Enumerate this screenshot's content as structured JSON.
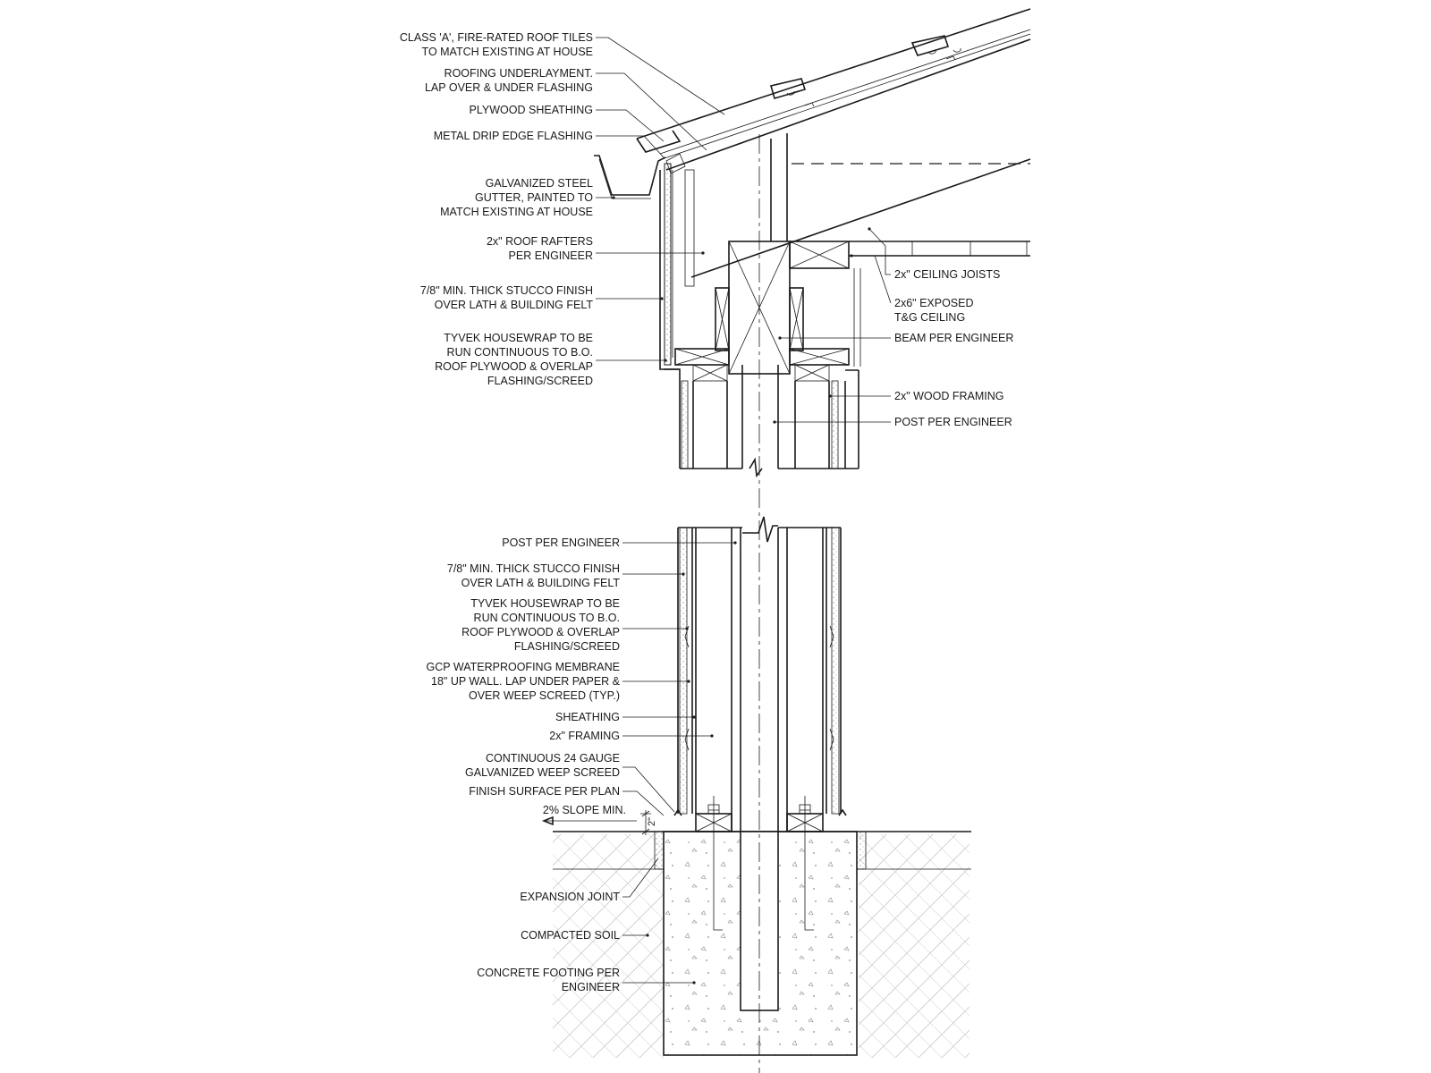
{
  "upper_labels": [
    {
      "id": "roof-tiles",
      "lines": [
        "CLASS 'A', FIRE-RATED ROOF TILES",
        "TO MATCH EXISTING AT HOUSE"
      ]
    },
    {
      "id": "underlayment",
      "lines": [
        "ROOFING UNDERLAYMENT.",
        "LAP OVER & UNDER FLASHING"
      ]
    },
    {
      "id": "plywood",
      "lines": [
        "PLYWOOD SHEATHING"
      ]
    },
    {
      "id": "drip-edge",
      "lines": [
        "METAL DRIP EDGE FLASHING"
      ]
    },
    {
      "id": "gutter",
      "lines": [
        "GALVANIZED STEEL",
        "GUTTER, PAINTED TO",
        "MATCH EXISTING AT HOUSE"
      ]
    },
    {
      "id": "rafters",
      "lines": [
        "2x\" ROOF RAFTERS",
        "PER ENGINEER"
      ]
    },
    {
      "id": "stucco-upper",
      "lines": [
        "7/8\" MIN. THICK STUCCO FINISH",
        "OVER LATH & BUILDING FELT"
      ]
    },
    {
      "id": "tyvek-upper",
      "lines": [
        "TYVEK HOUSEWRAP TO BE",
        "RUN CONTINUOUS TO B.O.",
        "ROOF PLYWOOD & OVERLAP",
        "FLASHING/SCREED"
      ]
    }
  ],
  "right_labels": [
    {
      "id": "ceiling-joists",
      "lines": [
        "2x\" CEILING JOISTS"
      ]
    },
    {
      "id": "tg-ceiling",
      "lines": [
        "2x6\" EXPOSED",
        "T&G CEILING"
      ]
    },
    {
      "id": "beam",
      "lines": [
        "BEAM PER ENGINEER"
      ]
    },
    {
      "id": "wood-framing",
      "lines": [
        "2x\" WOOD FRAMING"
      ]
    },
    {
      "id": "post-upper",
      "lines": [
        "POST PER ENGINEER"
      ]
    }
  ],
  "lower_labels": [
    {
      "id": "post-lower",
      "lines": [
        "POST PER ENGINEER"
      ]
    },
    {
      "id": "stucco-lower",
      "lines": [
        "7/8\" MIN. THICK STUCCO FINISH",
        "OVER LATH & BUILDING FELT"
      ]
    },
    {
      "id": "tyvek-lower",
      "lines": [
        "TYVEK HOUSEWRAP TO BE",
        "RUN CONTINUOUS TO B.O.",
        "ROOF PLYWOOD & OVERLAP",
        "FLASHING/SCREED"
      ]
    },
    {
      "id": "gcp-membrane",
      "lines": [
        "GCP WATERPROOFING MEMBRANE",
        "18\" UP WALL. LAP UNDER PAPER &",
        "OVER WEEP SCREED (TYP.)"
      ]
    },
    {
      "id": "sheathing",
      "lines": [
        "SHEATHING"
      ]
    },
    {
      "id": "framing",
      "lines": [
        "2x\" FRAMING"
      ]
    },
    {
      "id": "weep-screed",
      "lines": [
        "CONTINUOUS 24 GAUGE",
        "GALVANIZED WEEP SCREED"
      ]
    },
    {
      "id": "finish-surface",
      "lines": [
        "FINISH SURFACE PER PLAN"
      ]
    },
    {
      "id": "slope",
      "lines": [
        "2% SLOPE MIN."
      ]
    },
    {
      "id": "expansion-joint",
      "lines": [
        "EXPANSION JOINT"
      ]
    },
    {
      "id": "compacted-soil",
      "lines": [
        "COMPACTED SOIL"
      ]
    },
    {
      "id": "footing",
      "lines": [
        "CONCRETE FOOTING PER",
        "ENGINEER"
      ]
    }
  ],
  "dimension_text": "2\""
}
